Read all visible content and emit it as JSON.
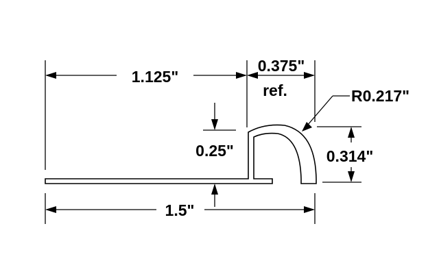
{
  "dimensions": {
    "top_length": "1.125\"",
    "return_width": "0.375\"",
    "return_note": "ref.",
    "radius": "R0.217\"",
    "step_height": "0.25\"",
    "profile_height": "0.314\"",
    "overall_length": "1.5\""
  },
  "colors": {
    "line": "#000000",
    "background": "#ffffff"
  }
}
